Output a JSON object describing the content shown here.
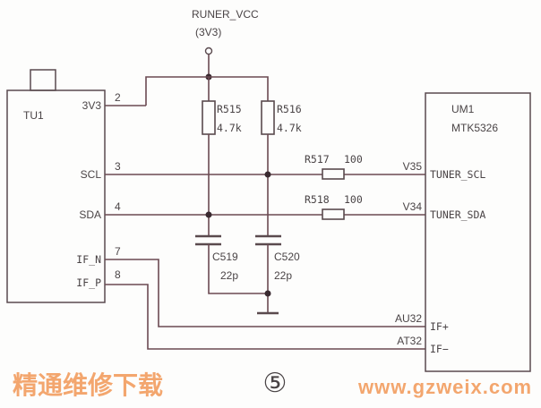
{
  "figure_number": "⑤",
  "power": {
    "net": "RUNER_VCC",
    "voltage": "(3V3)"
  },
  "tu1": {
    "ref": "TU1",
    "pins": [
      {
        "name": "3V3",
        "number": "2"
      },
      {
        "name": "SCL",
        "number": "3"
      },
      {
        "name": "SDA",
        "number": "4"
      },
      {
        "name": "IF_N",
        "number": "7"
      },
      {
        "name": "IF_P",
        "number": "8"
      }
    ]
  },
  "um1": {
    "ref": "UM1",
    "part": "MTK5326",
    "pins": [
      {
        "name": "TUNER_SCL",
        "ball": "V35"
      },
      {
        "name": "TUNER_SDA",
        "ball": "V34"
      },
      {
        "name": "IF+",
        "ball": "AU32"
      },
      {
        "name": "IF−",
        "ball": "AT32"
      }
    ]
  },
  "resistors": [
    {
      "ref": "R515",
      "value": "4.7k"
    },
    {
      "ref": "R516",
      "value": "4.7k"
    },
    {
      "ref": "R517",
      "value": "100"
    },
    {
      "ref": "R518",
      "value": "100"
    }
  ],
  "capacitors": [
    {
      "ref": "C519",
      "value": "22p"
    },
    {
      "ref": "C520",
      "value": "22p"
    }
  ],
  "watermark": {
    "cn": "精通维修下载",
    "url": "www.gzweix.com"
  },
  "colors": {
    "wire": "#6b4a52",
    "text": "#4a4446",
    "watermark": "#f3a66e"
  }
}
